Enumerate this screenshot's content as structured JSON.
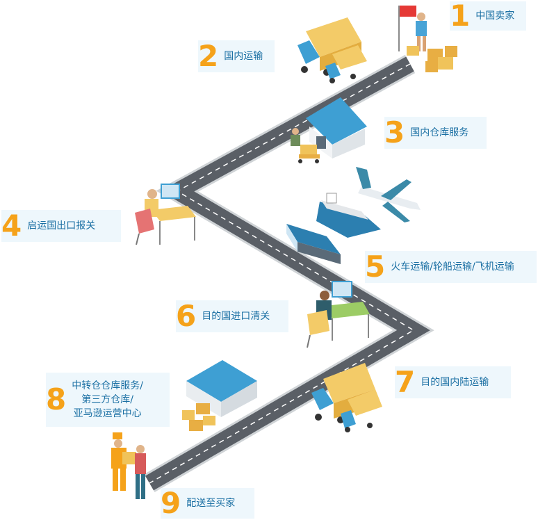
{
  "steps": [
    {
      "num": "1",
      "label": "中国卖家"
    },
    {
      "num": "2",
      "label": "国内运输"
    },
    {
      "num": "3",
      "label": "国内仓库服务"
    },
    {
      "num": "4",
      "label": "启运国出口报关"
    },
    {
      "num": "5",
      "label": "火车运输/轮船运输/飞机运输"
    },
    {
      "num": "6",
      "label": "目的国进口清关"
    },
    {
      "num": "7",
      "label": "目的国内陆运输"
    },
    {
      "num": "8",
      "label": "中转仓仓库服务/\n第三方仓库/\n亚马逊运营中心"
    },
    {
      "num": "9",
      "label": "配送至买家"
    }
  ],
  "icons": {
    "seller": "seller-with-flag-icon",
    "truck": "container-truck-icon",
    "warehouse": "warehouse-icon",
    "worker": "forklift-worker-icon",
    "office": "customs-desk-icon",
    "plane": "airplane-icon",
    "ship": "cargo-ship-icon",
    "train": "train-icon",
    "boxes": "parcel-boxes-icon",
    "delivery": "delivery-handover-icon"
  },
  "colors": {
    "road": "#5a5f66",
    "road_line": "#ffffff",
    "label_bg": "#eef7fc",
    "number": "#f5a21a",
    "label_text": "#1a6fa3",
    "accent_blue": "#3e9fd3",
    "cargo_yellow": "#f0c35a"
  }
}
